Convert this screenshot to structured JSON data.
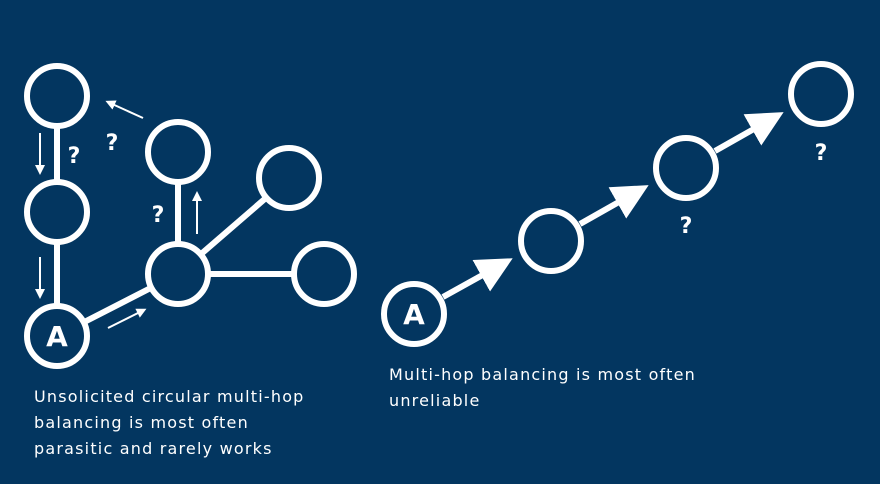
{
  "left_diagram": {
    "node_a_label": "A",
    "question_marks": [
      "?",
      "?",
      "?"
    ],
    "caption_lines": [
      "Unsolicited circular multi-hop",
      "balancing is most often",
      "parasitic and rarely works"
    ]
  },
  "right_diagram": {
    "node_a_label": "A",
    "question_marks": [
      "?",
      "?"
    ],
    "caption_lines": [
      "Multi-hop balancing is most often",
      "unreliable"
    ]
  },
  "colors": {
    "background": "#033660",
    "foreground": "#ffffff"
  }
}
